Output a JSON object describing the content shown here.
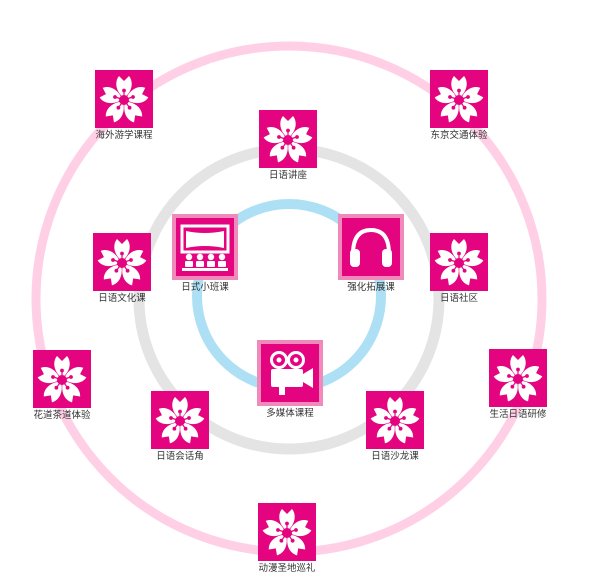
{
  "colors": {
    "tile": "#e4047f",
    "tile_border": "#f08abb",
    "outer_ring": "#ffcfe6",
    "middle_ring": "#e4e4e4",
    "inner_ring": "#aee0f5"
  },
  "outer_ring": [
    {
      "label": "海外游学课程",
      "icon": "sakura-icon"
    },
    {
      "label": "东京交通体验",
      "icon": "sakura-icon"
    },
    {
      "label": "花道茶道体验",
      "icon": "sakura-icon"
    },
    {
      "label": "生活日语研修",
      "icon": "sakura-icon"
    },
    {
      "label": "动漫圣地巡礼",
      "icon": "sakura-icon"
    }
  ],
  "middle_ring": [
    {
      "label": "日语讲座",
      "icon": "sakura-icon"
    },
    {
      "label": "日语文化课",
      "icon": "sakura-icon"
    },
    {
      "label": "日语社区",
      "icon": "sakura-icon"
    },
    {
      "label": "日语会话角",
      "icon": "sakura-icon"
    },
    {
      "label": "日语沙龙课",
      "icon": "sakura-icon"
    }
  ],
  "inner_ring": [
    {
      "label": "日式小班课",
      "icon": "classroom-icon"
    },
    {
      "label": "强化拓展课",
      "icon": "headphones-icon"
    },
    {
      "label": "多媒体课程",
      "icon": "video-camera-icon"
    }
  ]
}
